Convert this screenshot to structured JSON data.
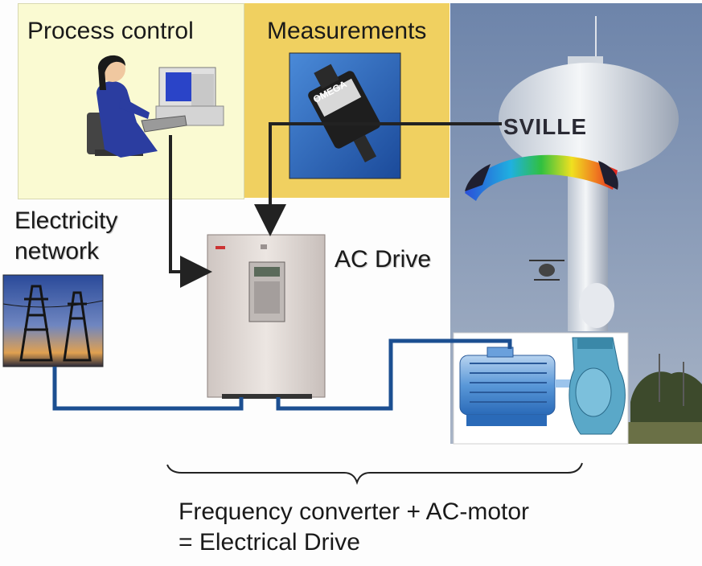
{
  "labels": {
    "process_control": "Process control",
    "measurements": "Measurements",
    "electricity_line1": "Electricity",
    "electricity_line2": "network",
    "ac_drive": "AC Drive",
    "tower_text": "SVILLE",
    "sensor_brand": "OMEGA",
    "summary_line1": "Frequency converter + AC-motor",
    "summary_line2": "= Electrical Drive"
  },
  "colors": {
    "process_panel": "#fafad2",
    "measurements_panel": "#f0d060",
    "sky": "#7f93b3",
    "cable": "#1c4f91",
    "signal": "#222222",
    "drive_body": "#e4dcd8"
  }
}
